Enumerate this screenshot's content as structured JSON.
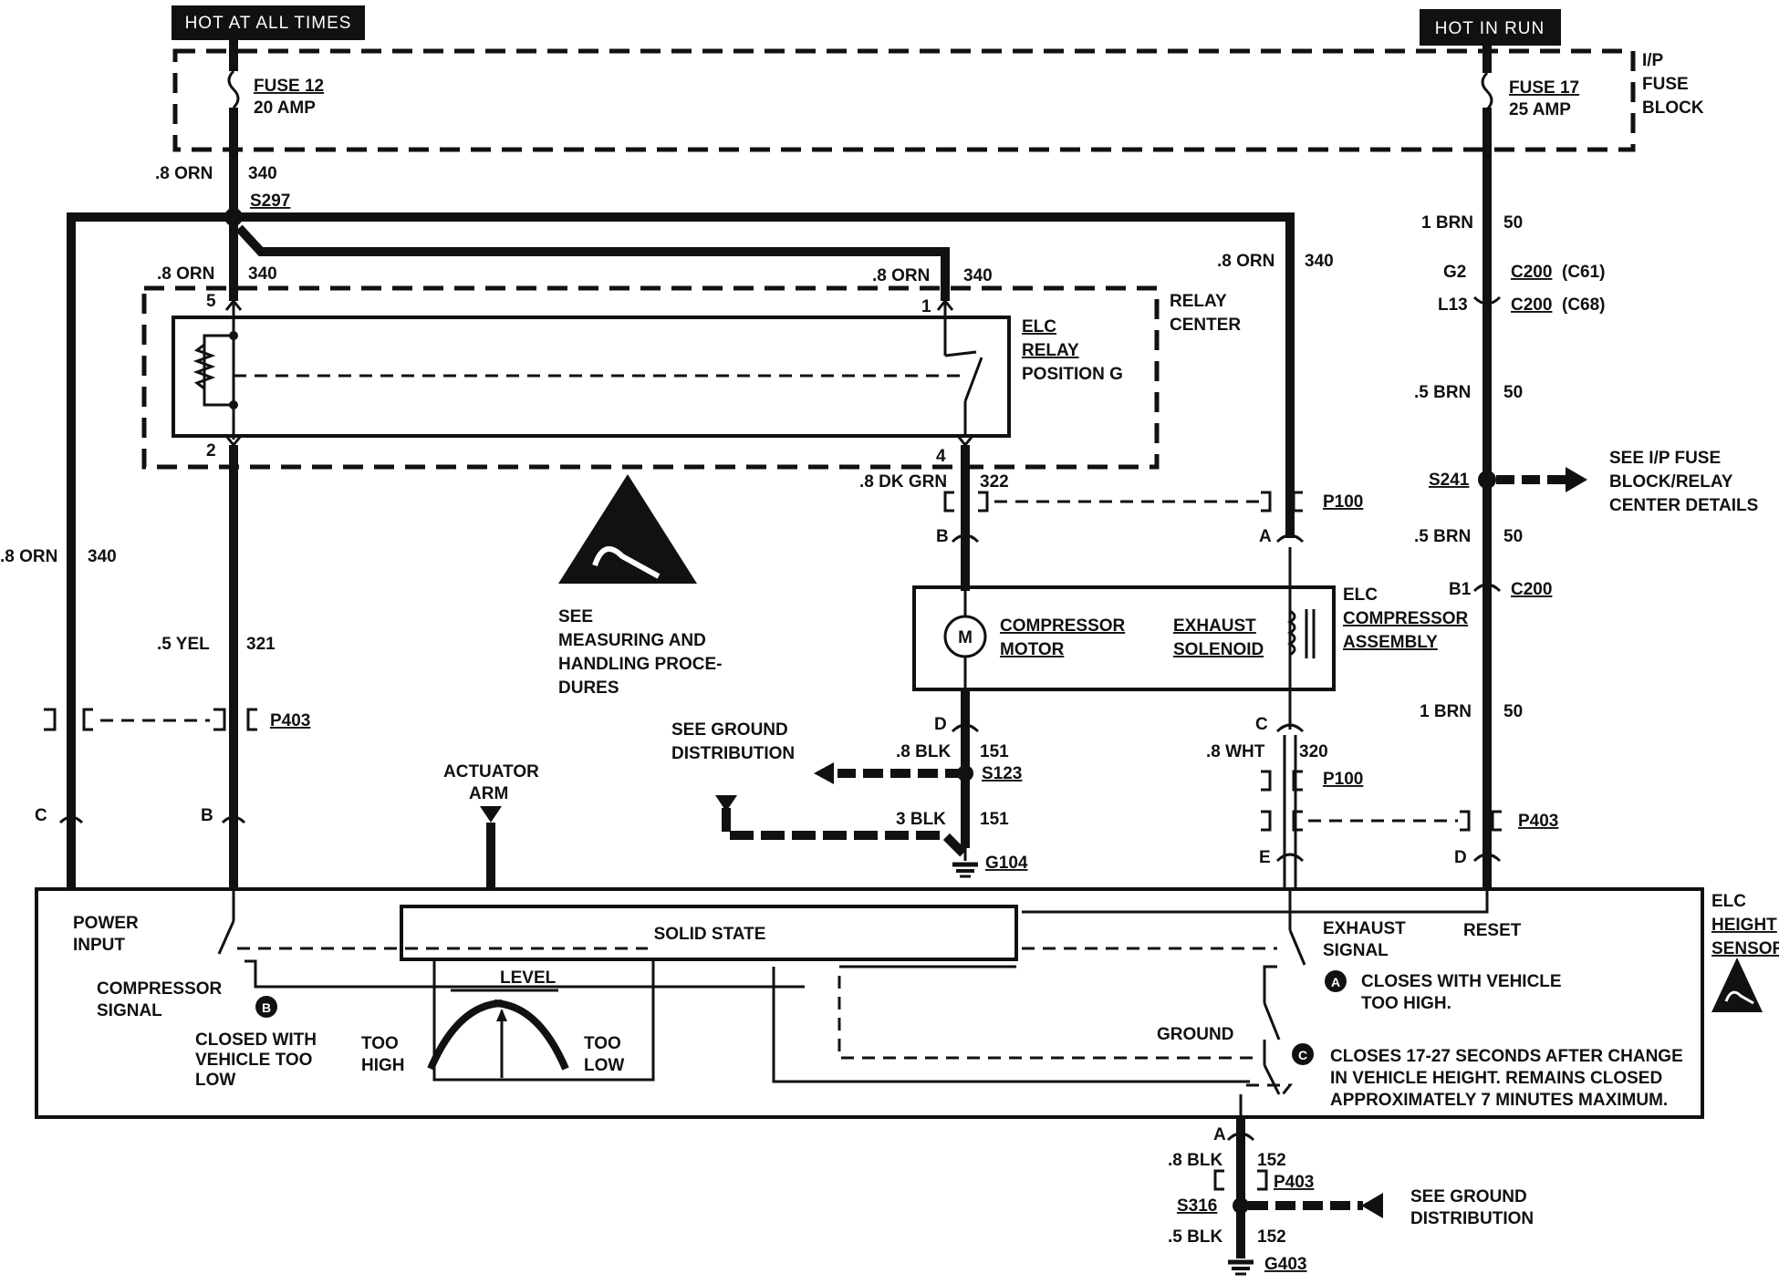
{
  "title_hot_all": "HOT AT ALL TIMES",
  "title_hot_run": "HOT IN RUN",
  "fuse12_name": "FUSE 12",
  "fuse12_rating": "20 AMP",
  "fuse17_name": "FUSE 17",
  "fuse17_rating": "25 AMP",
  "ip_fuse_block": [
    "I/P",
    "FUSE",
    "BLOCK"
  ],
  "relay_center": [
    "RELAY",
    "CENTER"
  ],
  "elc_relay": [
    "ELC",
    "RELAY",
    "POSITION G"
  ],
  "splice_s297": "S297",
  "splice_s241": "S241",
  "splice_s123": "S123",
  "splice_s316": "S316",
  "ground_g104": "G104",
  "ground_g403": "G403",
  "wire_labels": {
    "w_8orn_340_top": ".8 ORN",
    "n340": "340",
    "w_1brn": "1 BRN",
    "n50": "50",
    "w_5brn": ".5 BRN",
    "w_8dkgrn": ".8 DK GRN",
    "n322": "322",
    "w_5yel": ".5 YEL",
    "n321": "321",
    "w_8blk": ".8 BLK",
    "n151": "151",
    "w_3blk": "3 BLK",
    "w_8wht": ".8 WHT",
    "n320": "320",
    "n152": "152",
    "w_5blk": ".5 BLK"
  },
  "connectors": {
    "c200": "C200",
    "c61": "(C61)",
    "c68": "(C68)",
    "g2": "G2",
    "l13": "L13",
    "b1": "B1",
    "p100": "P100",
    "p403": "P403",
    "A": "A",
    "B": "B",
    "C": "C",
    "D": "D",
    "E": "E",
    "pin1": "1",
    "pin2": "2",
    "pin4": "4",
    "pin5": "5"
  },
  "see_ip_fuse": [
    "SEE I/P FUSE",
    "BLOCK/RELAY",
    "CENTER DETAILS"
  ],
  "see_measuring": [
    "SEE",
    "MEASURING AND",
    "HANDLING PROCE-",
    "DURES"
  ],
  "see_ground_1": [
    "SEE GROUND",
    "DISTRIBUTION"
  ],
  "see_ground_2": [
    "SEE GROUND",
    "DISTRIBUTION"
  ],
  "compressor_motor": [
    "COMPRESSOR",
    "MOTOR"
  ],
  "exhaust_solenoid": [
    "EXHAUST",
    "SOLENOID"
  ],
  "elc_compressor_assembly": [
    "ELC",
    "COMPRESSOR",
    "ASSEMBLY"
  ],
  "motor_symbol": "M",
  "actuator_arm": [
    "ACTUATOR",
    "ARM"
  ],
  "elc_height_sensor": [
    "ELC",
    "HEIGHT",
    "SENSOR"
  ],
  "power_input": [
    "POWER",
    "INPUT"
  ],
  "compressor_signal": [
    "COMPRESSOR",
    "SIGNAL"
  ],
  "closed_with_vehicle": [
    "CLOSED WITH",
    "VEHICLE TOO",
    "LOW"
  ],
  "solid_state": "SOLID STATE",
  "level": "LEVEL",
  "too_high": [
    "TOO",
    "HIGH"
  ],
  "too_low": [
    "TOO",
    "LOW"
  ],
  "exhaust_signal": [
    "EXHAUST",
    "SIGNAL"
  ],
  "reset": "RESET",
  "ground": "GROUND",
  "note_a_marker": "A",
  "note_a": [
    "CLOSES WITH VEHICLE",
    "TOO HIGH."
  ],
  "note_b_marker": "B",
  "note_c_marker": "C",
  "note_c": [
    "CLOSES 17-27 SECONDS AFTER CHANGE",
    "IN VEHICLE HEIGHT. REMAINS CLOSED",
    "APPROXIMATELY 7 MINUTES MAXIMUM."
  ]
}
